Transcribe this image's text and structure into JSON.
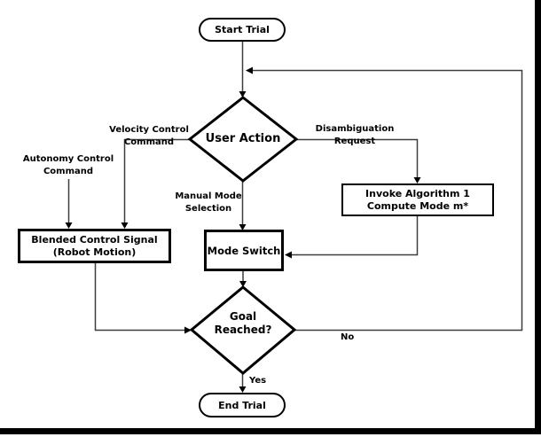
{
  "nodes": {
    "start": {
      "label": "Start Trial"
    },
    "user_action": {
      "label": "User Action"
    },
    "invoke_algorithm": {
      "line1": "Invoke Algorithm 1",
      "line2": "Compute Mode m*"
    },
    "blended_control": {
      "line1": "Blended Control Signal",
      "line2": "(Robot Motion)"
    },
    "mode_switch": {
      "label": "Mode Switch"
    },
    "goal_reached": {
      "line1": "Goal",
      "line2": "Reached?"
    },
    "end": {
      "label": "End Trial"
    }
  },
  "edge_labels": {
    "velocity_control": {
      "line1": "Velocity Control",
      "line2": "Command"
    },
    "autonomy_control": {
      "line1": "Autonomy Control",
      "line2": "Command"
    },
    "disambiguation": {
      "line1": "Disambiguation",
      "line2": "Request"
    },
    "manual_mode": {
      "line1": "Manual Mode",
      "line2": "Selection"
    },
    "yes": "Yes",
    "no": "No"
  },
  "colors": {
    "node_stroke": "#000000",
    "connector": "#3d3d3d",
    "background": "#ffffff",
    "text": "#000000",
    "frame_bar": "#000000"
  }
}
